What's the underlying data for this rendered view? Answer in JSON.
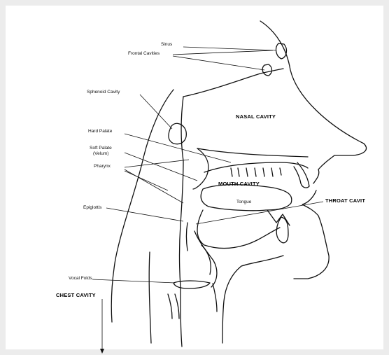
{
  "labels": {
    "sinus": "Sinus",
    "frontal_cavities": "Frontal Cavities",
    "sphenoid_cavity": "Sphenoid Cavity",
    "hard_palate": "Hard Palate",
    "soft_palate": "Soft Palate",
    "velum": "(Velum)",
    "pharynx": "Pharynx",
    "epiglottis": "Epiglottis",
    "vocal_folds": "Vocal Folds",
    "tongue": "Tongue"
  },
  "regions": {
    "nasal_cavity": "NASAL CAVITY",
    "mouth_cavity": "MOUTH CAVITY",
    "throat_cavity": "THROAT CAVIT",
    "chest_cavity": "CHEST CAVITY"
  }
}
